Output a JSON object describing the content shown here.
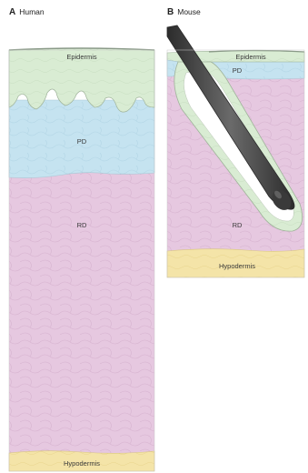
{
  "panels": [
    {
      "letter": "A",
      "title": "Human",
      "layers": {
        "epidermis": "Epidermis",
        "papillary_dermis": "PD",
        "reticular_dermis": "RD",
        "hypodermis": "Hypodermis"
      }
    },
    {
      "letter": "B",
      "title": "Mouse",
      "layers": {
        "epidermis": "Epidermis",
        "papillary_dermis": "PD",
        "reticular_dermis": "RD",
        "hypodermis": "Hypodermis"
      }
    }
  ],
  "colors": {
    "epidermis": "#d9ecd3",
    "papillary_dermis": "#c5e3f0",
    "reticular_dermis": "#e6c8e0",
    "hypodermis": "#f4e4a8",
    "hair_shaft": "#4a4a4a",
    "outline": "#9aa39a"
  }
}
